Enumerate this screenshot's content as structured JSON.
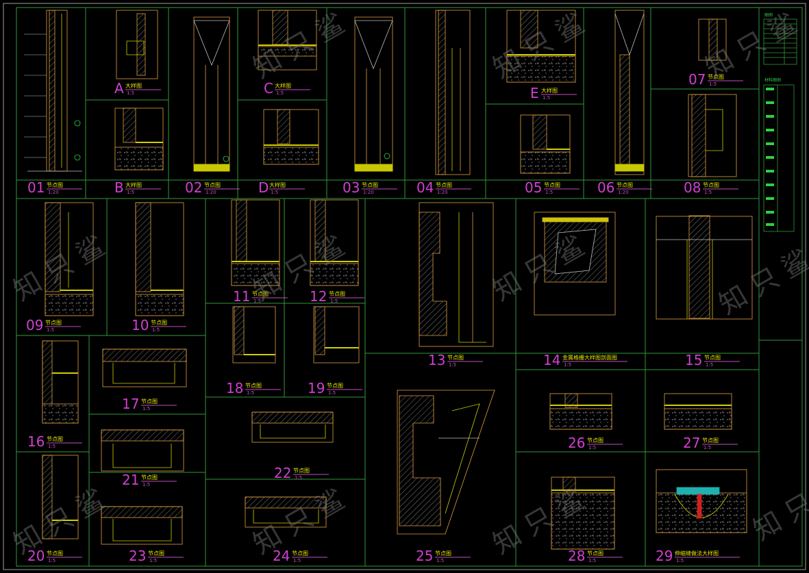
{
  "sheet": {
    "background": "#000000",
    "grid_color": "#2f9a3a",
    "label_color": "#d040d0",
    "title_color": "#e8e800",
    "geometry_color": "#e0a040",
    "watermark": "知 只 鲨"
  },
  "legend": {
    "header": "图例",
    "section_label": "材料图例"
  },
  "details": [
    {
      "id": "d01",
      "number": "01",
      "title": "节点图",
      "scale": "1:20"
    },
    {
      "id": "dA",
      "number": "A",
      "title": "大样图",
      "scale": "1:5"
    },
    {
      "id": "dB",
      "number": "B",
      "title": "大样图",
      "scale": "1:5"
    },
    {
      "id": "d02",
      "number": "02",
      "title": "节点图",
      "scale": "1:20"
    },
    {
      "id": "dC",
      "number": "C",
      "title": "大样图",
      "scale": "1:5"
    },
    {
      "id": "dD",
      "number": "D",
      "title": "大样图",
      "scale": "1:5"
    },
    {
      "id": "d03",
      "number": "03",
      "title": "节点图",
      "scale": "1:20"
    },
    {
      "id": "d04",
      "number": "04",
      "title": "节点图",
      "scale": "1:20"
    },
    {
      "id": "dE",
      "number": "E",
      "title": "大样图",
      "scale": "1:5"
    },
    {
      "id": "d05",
      "number": "05",
      "title": "节点图",
      "scale": "1:5"
    },
    {
      "id": "d06",
      "number": "06",
      "title": "节点图",
      "scale": "1:20"
    },
    {
      "id": "d07",
      "number": "07",
      "title": "节点图",
      "scale": "1:5"
    },
    {
      "id": "d08",
      "number": "08",
      "title": "节点图",
      "scale": "1:5"
    },
    {
      "id": "d09",
      "number": "09",
      "title": "节点图",
      "scale": "1:5"
    },
    {
      "id": "d10",
      "number": "10",
      "title": "节点图",
      "scale": "1:5"
    },
    {
      "id": "d11",
      "number": "11",
      "title": "节点图",
      "scale": "1:5"
    },
    {
      "id": "d12",
      "number": "12",
      "title": "节点图",
      "scale": "1:5"
    },
    {
      "id": "d13",
      "number": "13",
      "title": "节点图",
      "scale": "1:5"
    },
    {
      "id": "d14",
      "number": "14",
      "title": "金属格栅大样图剖面图",
      "scale": "1:5"
    },
    {
      "id": "d15",
      "number": "15",
      "title": "节点图",
      "scale": "1:5"
    },
    {
      "id": "d16",
      "number": "16",
      "title": "节点图",
      "scale": "1:5"
    },
    {
      "id": "d17",
      "number": "17",
      "title": "节点图",
      "scale": "1:5"
    },
    {
      "id": "d18",
      "number": "18",
      "title": "节点图",
      "scale": "1:5"
    },
    {
      "id": "d19",
      "number": "19",
      "title": "节点图",
      "scale": "1:5"
    },
    {
      "id": "d20",
      "number": "20",
      "title": "节点图",
      "scale": "1:5"
    },
    {
      "id": "d21",
      "number": "21",
      "title": "节点图",
      "scale": "1:5"
    },
    {
      "id": "d22",
      "number": "22",
      "title": "节点图",
      "scale": "1:5"
    },
    {
      "id": "d23",
      "number": "23",
      "title": "节点图",
      "scale": "1:5"
    },
    {
      "id": "d24",
      "number": "24",
      "title": "节点图",
      "scale": "1:5"
    },
    {
      "id": "d25",
      "number": "25",
      "title": "节点图",
      "scale": "1:5"
    },
    {
      "id": "d26",
      "number": "26",
      "title": "节点图",
      "scale": "1:5"
    },
    {
      "id": "d27",
      "number": "27",
      "title": "节点图",
      "scale": "1:5"
    },
    {
      "id": "d28",
      "number": "28",
      "title": "节点图",
      "scale": "1:5"
    },
    {
      "id": "d29",
      "number": "29",
      "title": "伸缩缝做法大样图",
      "scale": "1:5"
    }
  ]
}
